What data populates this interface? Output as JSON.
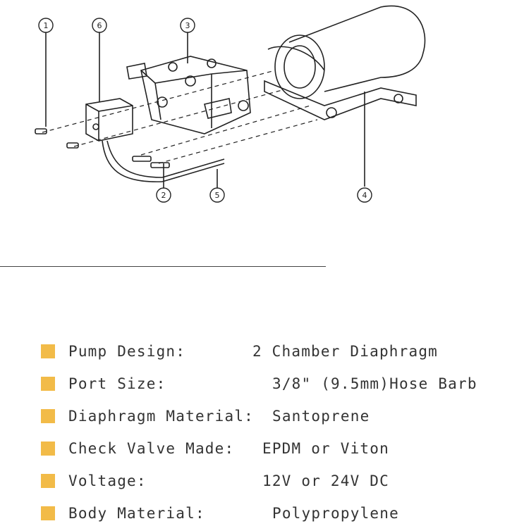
{
  "diagram": {
    "callouts": [
      "1",
      "6",
      "3",
      "2",
      "5",
      "4"
    ]
  },
  "specs": [
    {
      "label": "Pump Design:",
      "value": "2 Chamber Diaphragm"
    },
    {
      "label": "Port Size:",
      "value": "3/8\" (9.5mm)Hose Barb"
    },
    {
      "label": "Diaphragm Material:",
      "value": "Santoprene"
    },
    {
      "label": "Check Valve Made:",
      "value": "EPDM or Viton"
    },
    {
      "label": "Voltage:",
      "value": "12V or 24V DC"
    },
    {
      "label": "Body Material:",
      "value": "Polypropylene"
    }
  ],
  "colors": {
    "bullet": "#f2bb48",
    "text": "#333333"
  }
}
